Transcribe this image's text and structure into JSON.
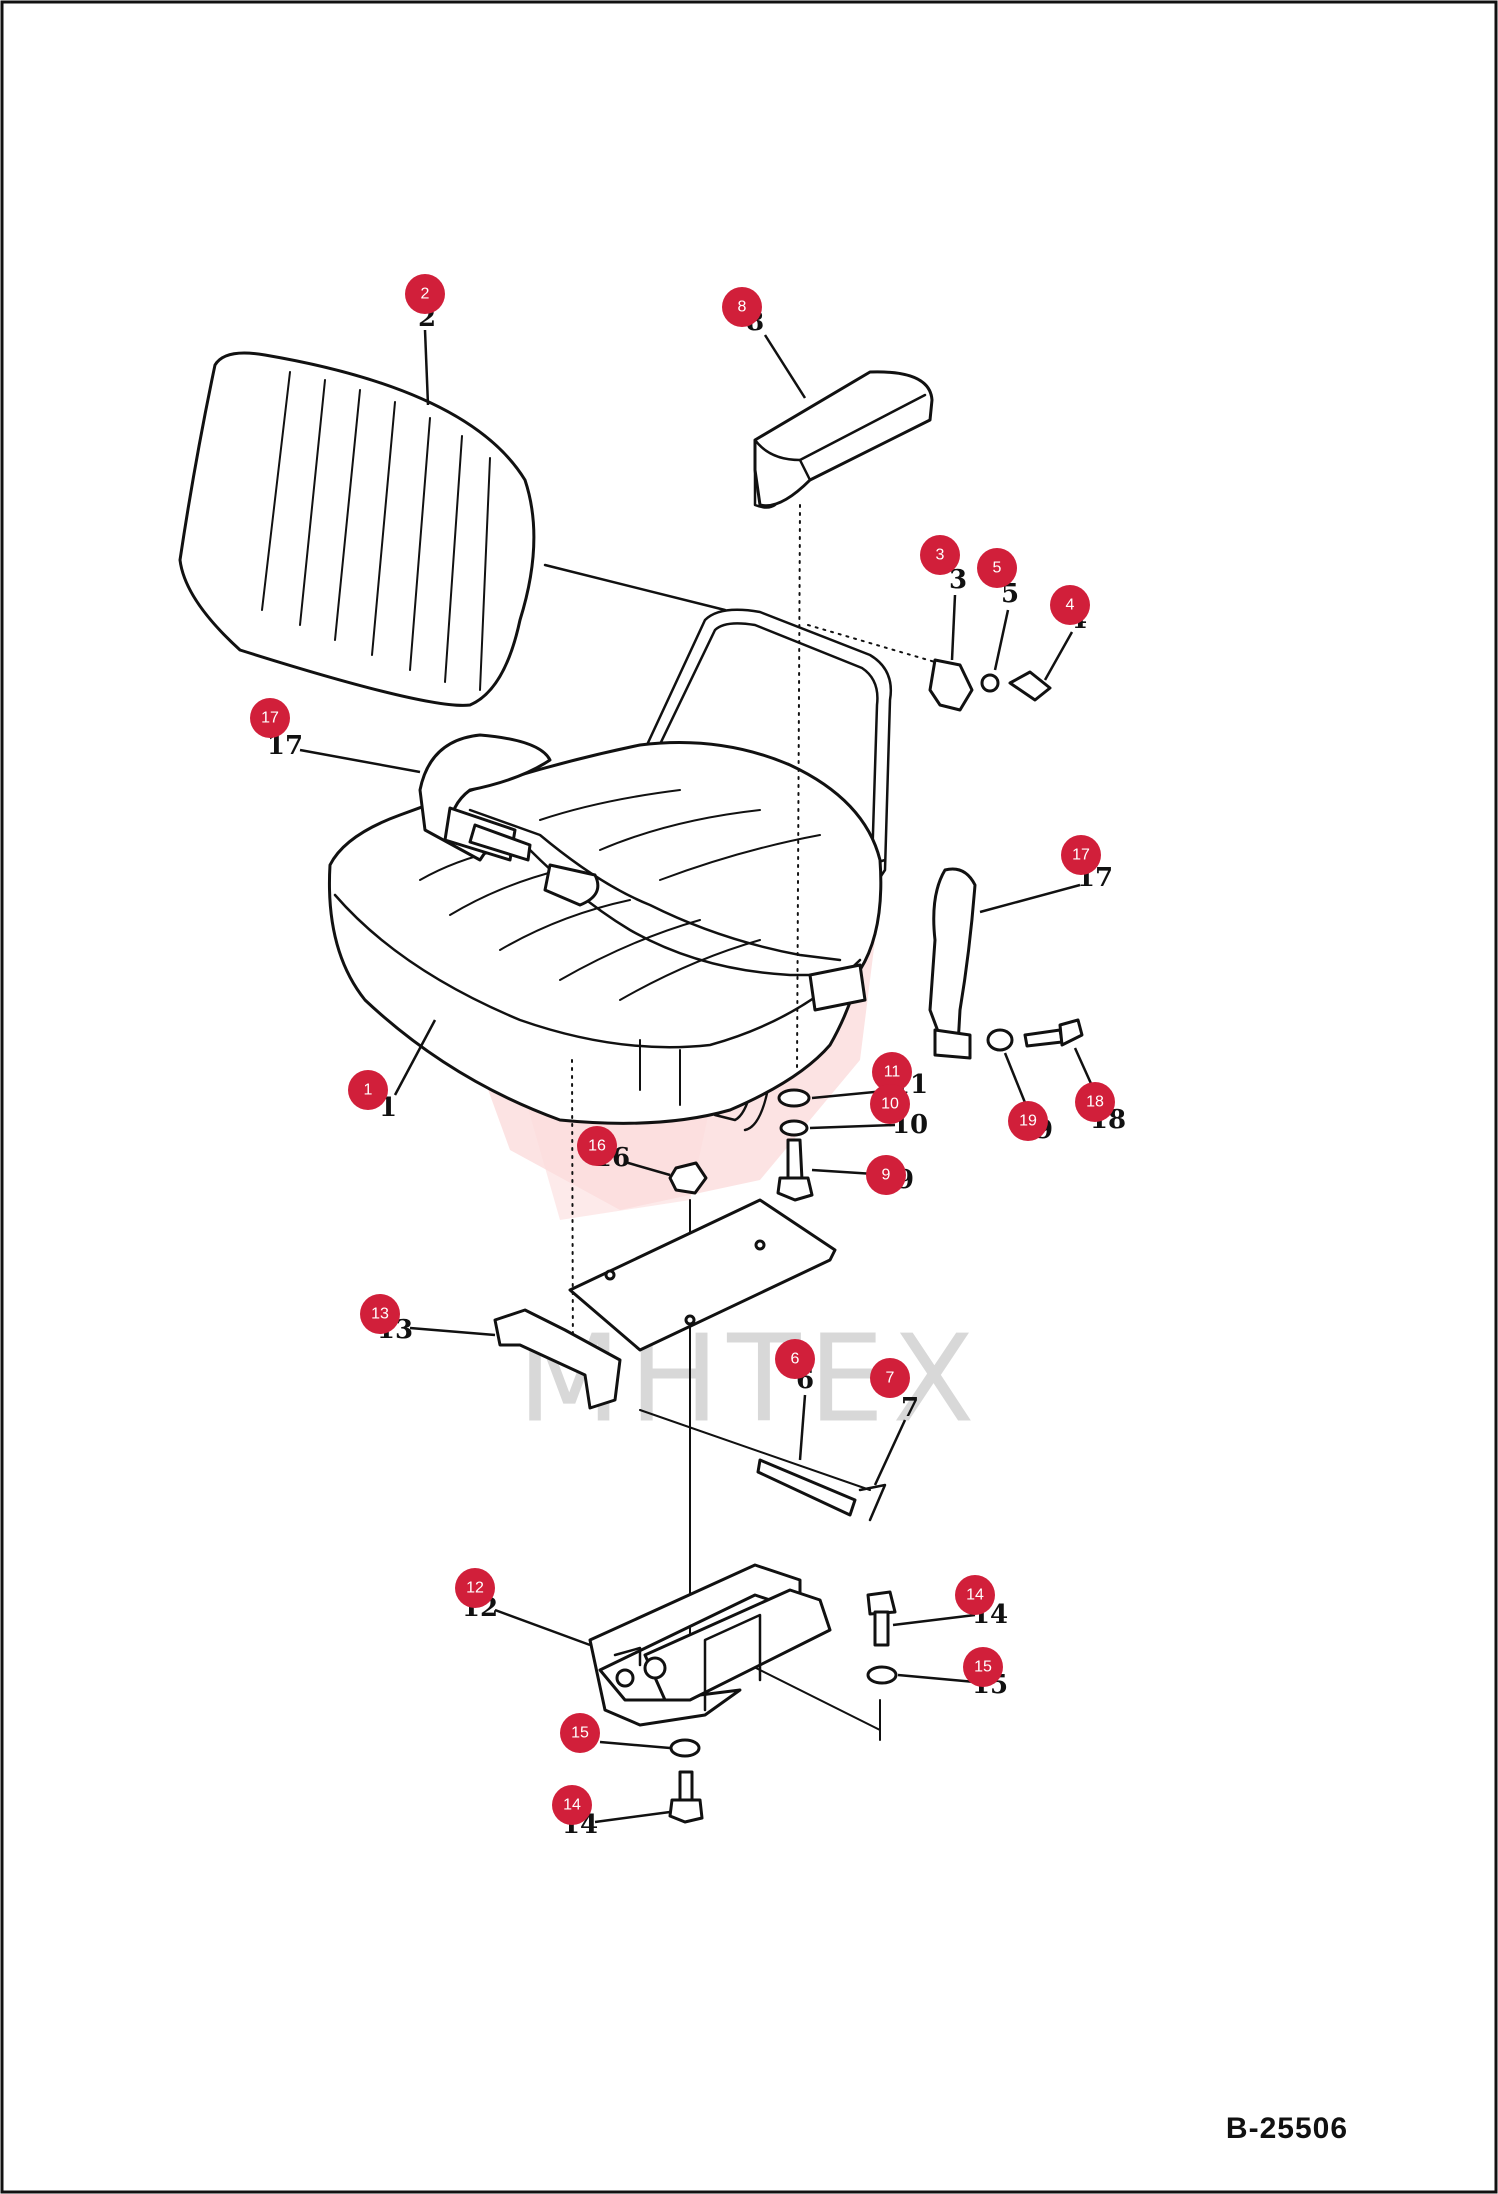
{
  "drawing_number": "B-25506",
  "watermark": "MHTEX",
  "colors": {
    "callout": "#d11f3a",
    "line": "#111111",
    "watermark_shape": "#fbdcdc",
    "watermark_text": "#d8d8d8"
  },
  "callouts": [
    {
      "id": "1",
      "part": "seat-cushion"
    },
    {
      "id": "2",
      "part": "backrest"
    },
    {
      "id": "3",
      "part": "clamp"
    },
    {
      "id": "4",
      "part": "bolt"
    },
    {
      "id": "5",
      "part": "washer"
    },
    {
      "id": "6",
      "part": "rod"
    },
    {
      "id": "7",
      "part": "pin"
    },
    {
      "id": "8",
      "part": "armrest"
    },
    {
      "id": "9",
      "part": "bolt"
    },
    {
      "id": "10",
      "part": "washer"
    },
    {
      "id": "11",
      "part": "washer"
    },
    {
      "id": "12",
      "part": "slide-rail"
    },
    {
      "id": "13",
      "part": "bracket"
    },
    {
      "id": "14",
      "part": "bolt"
    },
    {
      "id": "15",
      "part": "washer"
    },
    {
      "id": "16",
      "part": "nut"
    },
    {
      "id": "17",
      "part": "seat-belt"
    },
    {
      "id": "18",
      "part": "bolt"
    },
    {
      "id": "19",
      "part": "washer"
    }
  ]
}
